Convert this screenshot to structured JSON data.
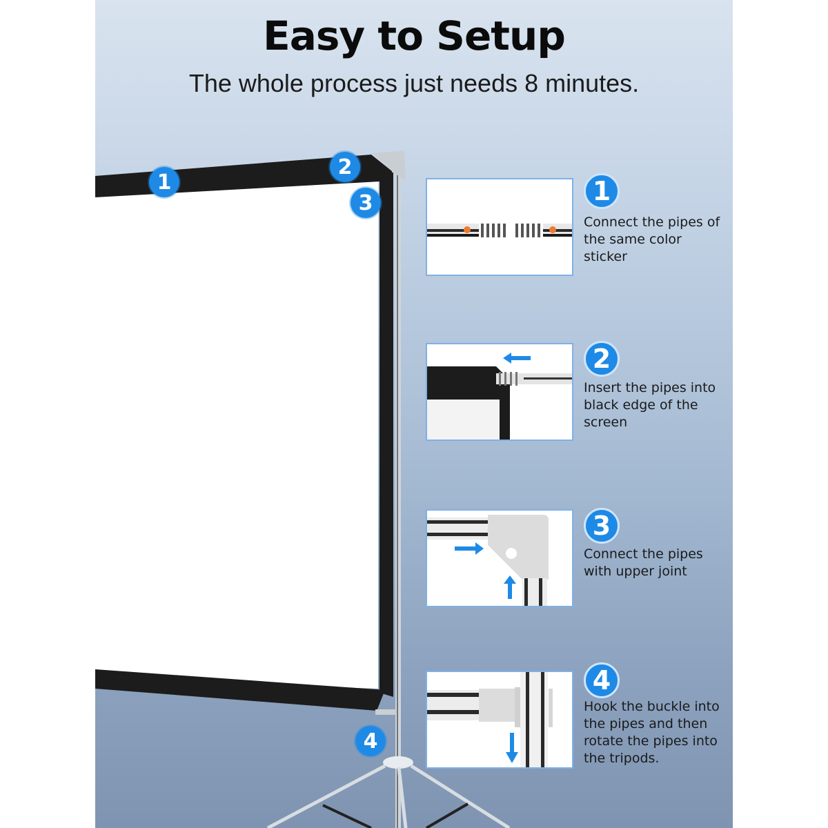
{
  "header": {
    "title": "Easy to Setup",
    "subtitle": "The whole process just needs 8 minutes."
  },
  "illustration": {
    "description": "Projector screen with black border on tripod stand",
    "markers": [
      {
        "label": "1"
      },
      {
        "label": "2"
      },
      {
        "label": "3"
      },
      {
        "label": "4"
      }
    ]
  },
  "steps": [
    {
      "number": "1",
      "text": "Connect the pipes of the same color sticker",
      "image": "pipe-connection-with-orange-stickers"
    },
    {
      "number": "2",
      "text": "Insert the pipes into black edge of the screen",
      "image": "pipe-into-screen-edge"
    },
    {
      "number": "3",
      "text": "Connect the pipes with upper joint",
      "image": "upper-corner-joint"
    },
    {
      "number": "4",
      "text": "Hook the buckle into the pipes and then rotate the pipes into the tripods.",
      "image": "buckle-hook-onto-pole"
    }
  ],
  "colors": {
    "accent_blue": "#1e8ae6",
    "sticker_orange": "#f07a2a",
    "frame_black": "#1c1c1c",
    "background_top": "#d9e3ef",
    "background_bottom": "#7e94b1"
  }
}
